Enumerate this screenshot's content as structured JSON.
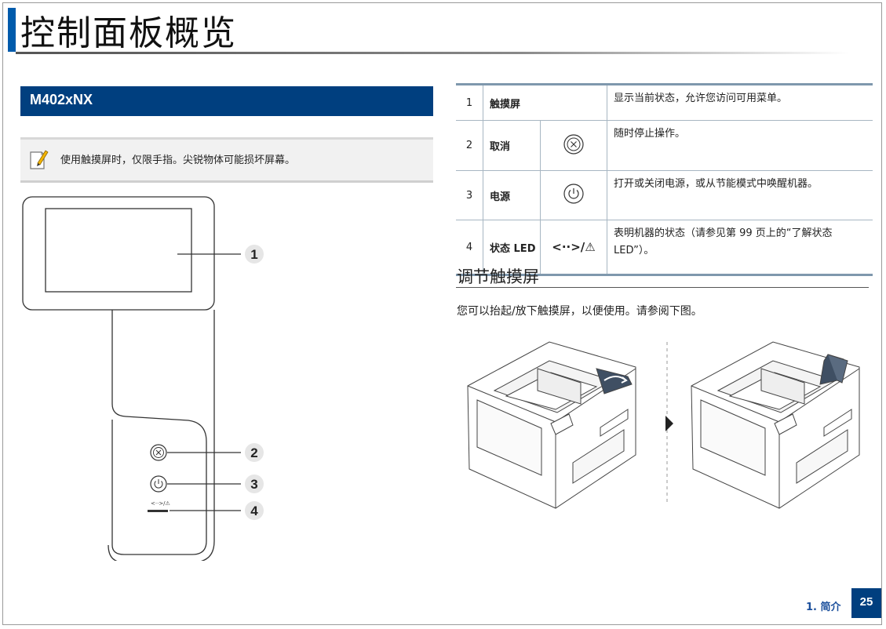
{
  "page": {
    "title": "控制面板概览",
    "accent_color": "#005bac"
  },
  "model": {
    "name": "M402xNX"
  },
  "note": {
    "icon": "note-pencil-icon",
    "text": "使用触摸屏时，仅限手指。尖锐物体可能损坏屏幕。"
  },
  "panel": {
    "callouts": [
      "1",
      "2",
      "3",
      "4"
    ]
  },
  "table": {
    "rows": [
      {
        "num": "1",
        "name": "触摸屏",
        "icon": "",
        "desc": "显示当前状态，允许您访问可用菜单。"
      },
      {
        "num": "2",
        "name": "取消",
        "icon": "cancel-icon",
        "desc": "随时停止操作。"
      },
      {
        "num": "3",
        "name": "电源",
        "icon": "power-icon",
        "desc": "打开或关闭电源，或从节能模式中唤醒机器。"
      },
      {
        "num": "4",
        "name": "状态 LED",
        "icon": "status-icon",
        "icon_text": "<··>/⚠",
        "desc": "表明机器的状态（请参见第 99 页上的“了解状态 LED”）。"
      }
    ]
  },
  "section": {
    "heading": "调节触摸屏",
    "text": "您可以抬起/放下触摸屏，以便使用。请参阅下图。"
  },
  "footer": {
    "chapter": "1. 简介",
    "page_number": "25"
  }
}
